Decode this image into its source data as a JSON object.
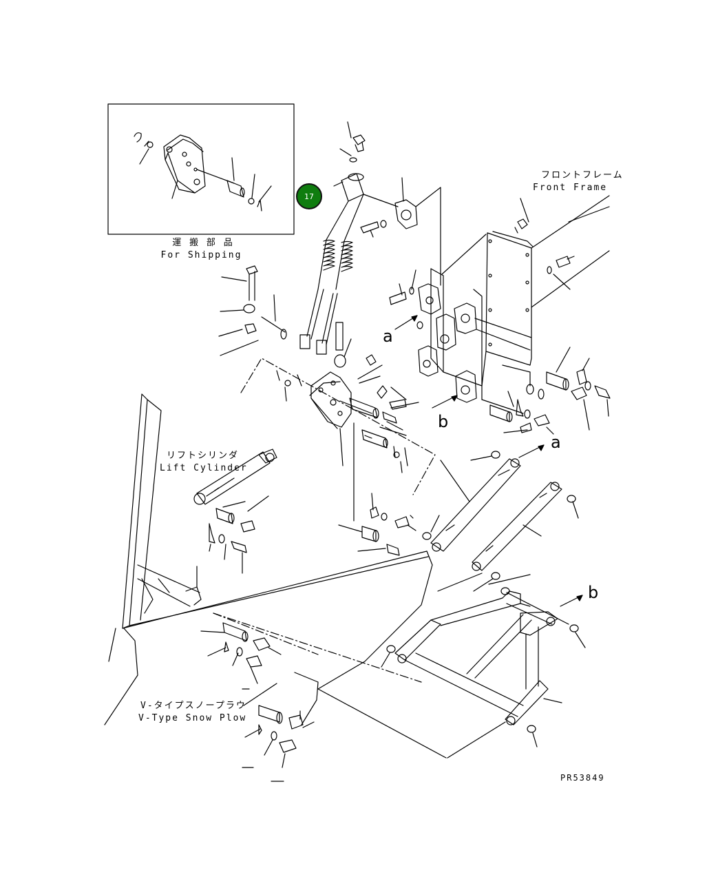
{
  "labels": {
    "shipping_jp": "運 搬 部 品",
    "shipping_en": "For Shipping",
    "front_frame_jp": "フロントフレーム",
    "front_frame_en": "Front Frame",
    "lift_cylinder_jp": "リフトシリンダ",
    "lift_cylinder_en": "Lift Cylinder",
    "snow_plow_jp": "V-タイプスノープラウ",
    "snow_plow_en": "V-Type Snow Plow",
    "drawing_number": "PR53849"
  },
  "callouts": [
    {
      "number": "17",
      "color": "#0f7d0f"
    }
  ],
  "reference_letters": {
    "a_upper": "a",
    "b_upper": "b",
    "a_right": "a",
    "b_right": "b"
  }
}
